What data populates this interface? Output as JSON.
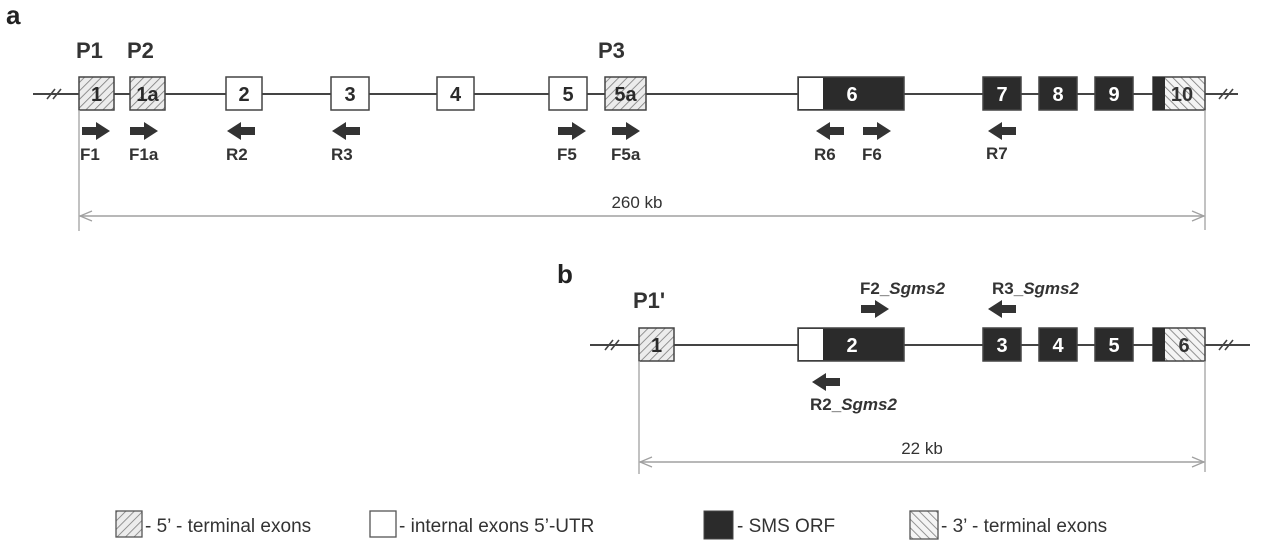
{
  "figure": {
    "panels": [
      {
        "id": "a",
        "letter": "a",
        "promoters": [
          {
            "label": "P1",
            "exon": "1"
          },
          {
            "label": "P2",
            "exon": "1a"
          },
          {
            "label": "P3",
            "exon": "5a"
          }
        ],
        "exons": [
          {
            "label": "1",
            "type": "5-terminal"
          },
          {
            "label": "1a",
            "type": "5-terminal"
          },
          {
            "label": "2",
            "type": "internal-5utr"
          },
          {
            "label": "3",
            "type": "internal-5utr"
          },
          {
            "label": "4",
            "type": "internal-5utr"
          },
          {
            "label": "5",
            "type": "internal-5utr"
          },
          {
            "label": "5a",
            "type": "5-terminal"
          },
          {
            "label": "6",
            "type": "utr-orf"
          },
          {
            "label": "7",
            "type": "orf"
          },
          {
            "label": "8",
            "type": "orf"
          },
          {
            "label": "9",
            "type": "orf"
          },
          {
            "label": "10",
            "type": "orf-3-terminal"
          }
        ],
        "primers": [
          {
            "label": "F1",
            "direction": "forward"
          },
          {
            "label": "F1a",
            "direction": "forward"
          },
          {
            "label": "R2",
            "direction": "reverse"
          },
          {
            "label": "R3",
            "direction": "reverse"
          },
          {
            "label": "F5",
            "direction": "forward"
          },
          {
            "label": "F5a",
            "direction": "forward"
          },
          {
            "label": "R6",
            "direction": "reverse"
          },
          {
            "label": "F6",
            "direction": "forward"
          },
          {
            "label": "R7",
            "direction": "reverse"
          }
        ],
        "scale": "260 kb"
      },
      {
        "id": "b",
        "letter": "b",
        "promoters": [
          {
            "label": "P1'",
            "exon": "1"
          }
        ],
        "exons": [
          {
            "label": "1",
            "type": "5-terminal"
          },
          {
            "label": "2",
            "type": "utr-orf"
          },
          {
            "label": "3",
            "type": "orf"
          },
          {
            "label": "4",
            "type": "orf"
          },
          {
            "label": "5",
            "type": "orf"
          },
          {
            "label": "6",
            "type": "orf-3-terminal"
          }
        ],
        "primers": [
          {
            "prefix": "F2_",
            "gene": "Sgms2",
            "direction": "forward"
          },
          {
            "prefix": "R3_",
            "gene": "Sgms2",
            "direction": "reverse"
          },
          {
            "prefix": "R2_",
            "gene": "Sgms2",
            "direction": "reverse"
          }
        ],
        "scale": "22 kb"
      }
    ],
    "legend": [
      {
        "swatch": "5-terminal",
        "text": "- 5’ - terminal exons"
      },
      {
        "swatch": "internal-5utr",
        "text": "- internal exons 5’-UTR"
      },
      {
        "swatch": "orf",
        "text": "- SMS ORF"
      },
      {
        "swatch": "3-terminal",
        "text": "- 3’ - terminal exons"
      }
    ],
    "colors": {
      "orf": "#2b2b2b",
      "line": "#444444",
      "hatch": "#8a8a8a",
      "scale": "#a0a0a0"
    }
  }
}
